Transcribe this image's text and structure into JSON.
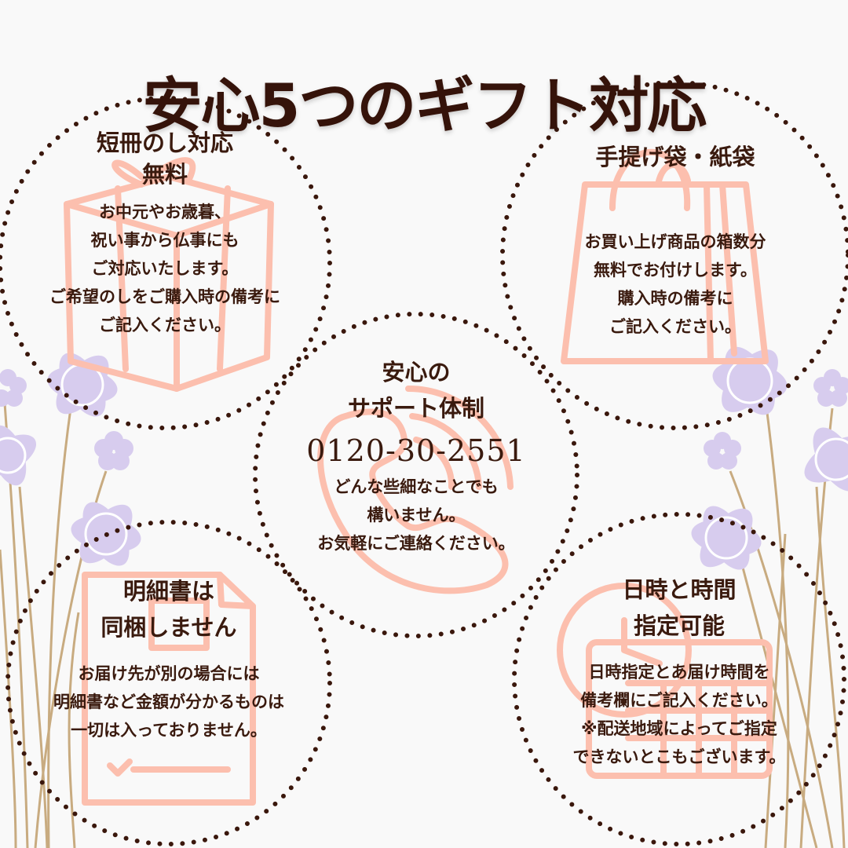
{
  "title": "安心5つのギフト対応",
  "colors": {
    "text": "#35170c",
    "dots": "#3a170c",
    "icon": "#fcbfae",
    "flower": "#d7ccee",
    "stem": "#c8ab80",
    "background": "#f9f9f9"
  },
  "cards": [
    {
      "id": "noshi",
      "icon": "gift-box-icon",
      "heading": [
        "短冊のし対応",
        "無料"
      ],
      "body": [
        "お中元やお歳暮、",
        "祝い事から仏事にも",
        "ご対応いたします。",
        "ご希望のしをご購入時の備考に",
        "ご記入ください。"
      ]
    },
    {
      "id": "bag",
      "icon": "shopping-bag-icon",
      "heading": [
        "手提げ袋・紙袋"
      ],
      "body": [
        "お買い上げ商品の箱数分",
        "無料でお付けします。",
        "購入時の備考に",
        "ご記入ください。"
      ]
    },
    {
      "id": "support",
      "icon": "phone-icon",
      "heading": [
        "安心の",
        "サポート体制"
      ],
      "phone": "0120-30-2551",
      "body": [
        "どんな些細なことでも",
        "構いません。",
        "お気軽にご連絡ください。"
      ]
    },
    {
      "id": "invoice",
      "icon": "document-checklist-icon",
      "heading": [
        "明細書は",
        "同梱しません"
      ],
      "body": [
        "お届け先が別の場合には",
        "明細書など金額が分かるものは",
        "一切は入っておりません。"
      ]
    },
    {
      "id": "delivery",
      "icon": "clock-calendar-icon",
      "heading": [
        "日時と時間",
        "指定可能"
      ],
      "body": [
        "日時指定とあ届け時間を",
        "備考欄にご記入ください。",
        "※配送地域によってご指定",
        "できないとこもございます。"
      ]
    }
  ]
}
